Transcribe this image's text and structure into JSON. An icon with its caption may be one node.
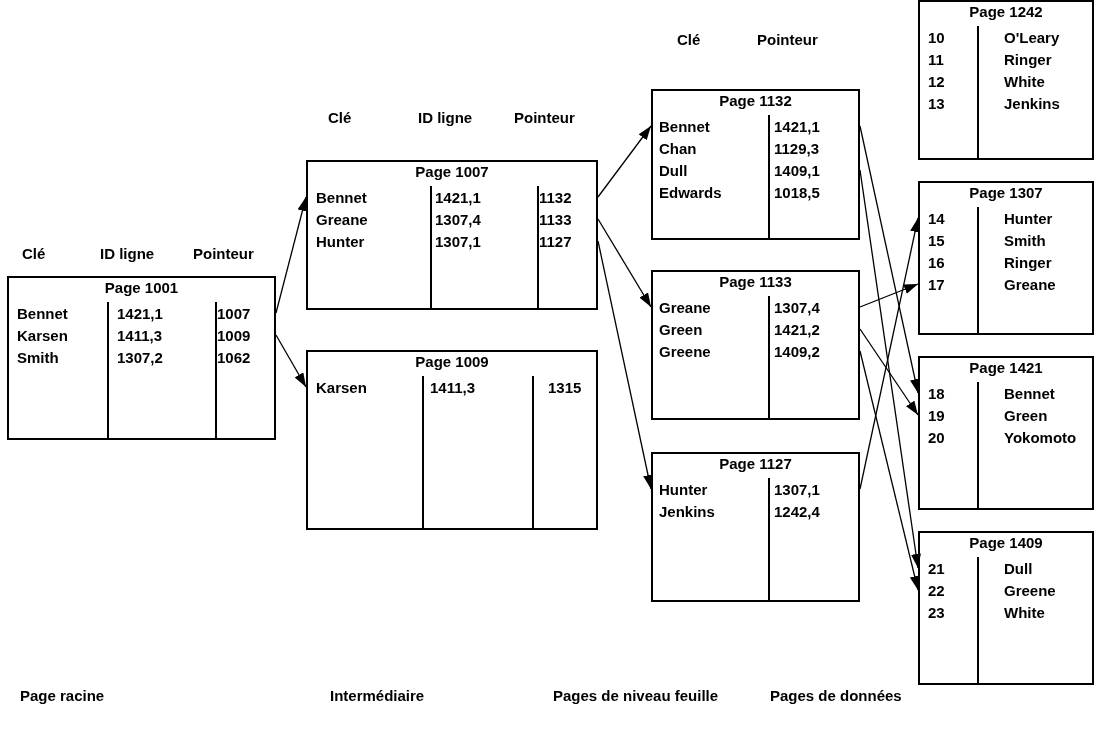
{
  "diagram": {
    "nodes": [
      {
        "text": [
          "Page 1001",
          "Bennet",
          "1421,1",
          "1007",
          "Karsen",
          "1411,3",
          "1009",
          "Smith",
          "1307,2",
          "1062"
        ]
      },
      {
        "text": [
          "Page 1007",
          "Bennet",
          "1421,1",
          "1132",
          "Greane",
          "1307,4",
          "1133",
          "Hunter",
          "1307,1",
          "1127"
        ]
      },
      {
        "text": [
          "Page 1009",
          "Karsen",
          "1411,3",
          "1315"
        ]
      },
      {
        "text": [
          "Page 1132",
          "Bennet",
          "1421,1",
          "Chan",
          "1129,3",
          "Dull",
          "1409,1",
          "Edwards",
          "1018,5"
        ]
      },
      {
        "text": [
          "Page 1133",
          "Greane",
          "1307,4",
          "Green",
          "1421,2",
          "Greene",
          "1409,2"
        ]
      },
      {
        "text": [
          "Page 1127",
          "Hunter",
          "1307,1",
          "Jenkins",
          "1242,4"
        ]
      },
      {
        "text": [
          "Page 1242",
          "10",
          "O'Leary",
          "11",
          "Ringer",
          "12",
          "White",
          "13",
          "Jenkins"
        ]
      },
      {
        "text": [
          "Page 1307",
          "14",
          "Hunter",
          "15",
          "Smith",
          "16",
          "Ringer",
          "17",
          "Greane"
        ]
      },
      {
        "text": [
          "Page 1421",
          "18",
          "Bennet",
          "19",
          "Green",
          "20",
          "Yokomoto"
        ]
      },
      {
        "text": [
          "Page 1409",
          "21",
          "Dull",
          "22",
          "Greene",
          "23",
          "White"
        ]
      }
    ],
    "edges": [
      {
        "from": 0,
        "to": 1,
        "arrow": "to"
      },
      {
        "from": 0,
        "to": 2,
        "arrow": "to"
      },
      {
        "from": 1,
        "to": 3,
        "arrow": "to"
      },
      {
        "from": 1,
        "to": 4,
        "arrow": "to"
      },
      {
        "from": 1,
        "to": 5,
        "arrow": "to"
      },
      {
        "from": 3,
        "to": 8,
        "arrow": "to"
      },
      {
        "from": 3,
        "to": 9,
        "arrow": "to"
      },
      {
        "from": 4,
        "to": 7,
        "arrow": "to"
      },
      {
        "from": 4,
        "to": 8,
        "arrow": "to"
      },
      {
        "from": 4,
        "to": 9,
        "arrow": "to"
      },
      {
        "from": 5,
        "to": 7,
        "arrow": "to"
      }
    ],
    "labels": [
      "Clé",
      "Pointeur",
      "Clé",
      "ID ligne",
      "Pointeur",
      "Clé",
      "ID ligne",
      "Pointeur",
      "Page racine",
      "Intermédiaire",
      "Pages de niveau feuille",
      "Pages de données"
    ]
  }
}
